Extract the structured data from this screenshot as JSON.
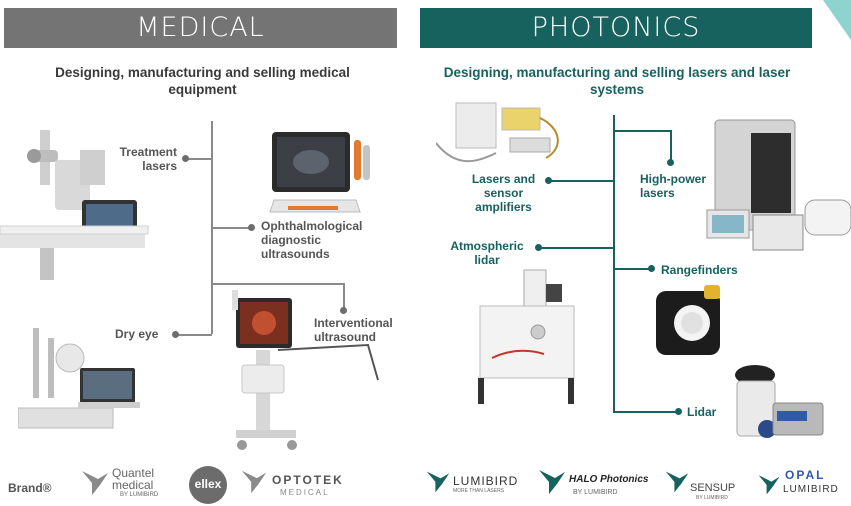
{
  "medical": {
    "header": "MEDICAL",
    "subtitle": "Designing, manufacturing and selling medical equipment",
    "labels": {
      "treatment_lasers": "Treatment lasers",
      "ophthalmological": "Ophthalmological diagnostic ultrasounds",
      "dry_eye": "Dry eye",
      "interventional": "Interventional ultrasound"
    },
    "brand_label": "Brand®",
    "logos": {
      "quantel_line1": "Quantel",
      "quantel_line2": "medical",
      "quantel_sub": "BY LUMIBIRD",
      "ellex": "ellex",
      "optotek_line1": "OPTOTEK",
      "optotek_line2": "MEDICAL"
    }
  },
  "photonics": {
    "header": "PHOTONICS",
    "subtitle": "Designing, manufacturing and selling lasers and laser systems",
    "labels": {
      "lasers_sensor": "Lasers and sensor amplifiers",
      "atmospheric": "Atmospheric lidar",
      "high_power": "High-power lasers",
      "rangefinders": "Rangefinders",
      "lidar": "Lidar"
    },
    "logos": {
      "lumibird": "LUMIBIRD",
      "lumibird_sub": "MORE THAN LASERS",
      "halo": "HALO Photonics",
      "halo_sub": "BY LUMIBIRD",
      "sensup": "SENSUP",
      "sensup_sub": "BY LUMIBIRD",
      "opal": "OPAL",
      "opal_sub": "LUMIBIRD"
    }
  },
  "colors": {
    "medical_header": "#747474",
    "photonics_header": "#17625f",
    "teal_accent": "#8fd3cf"
  }
}
